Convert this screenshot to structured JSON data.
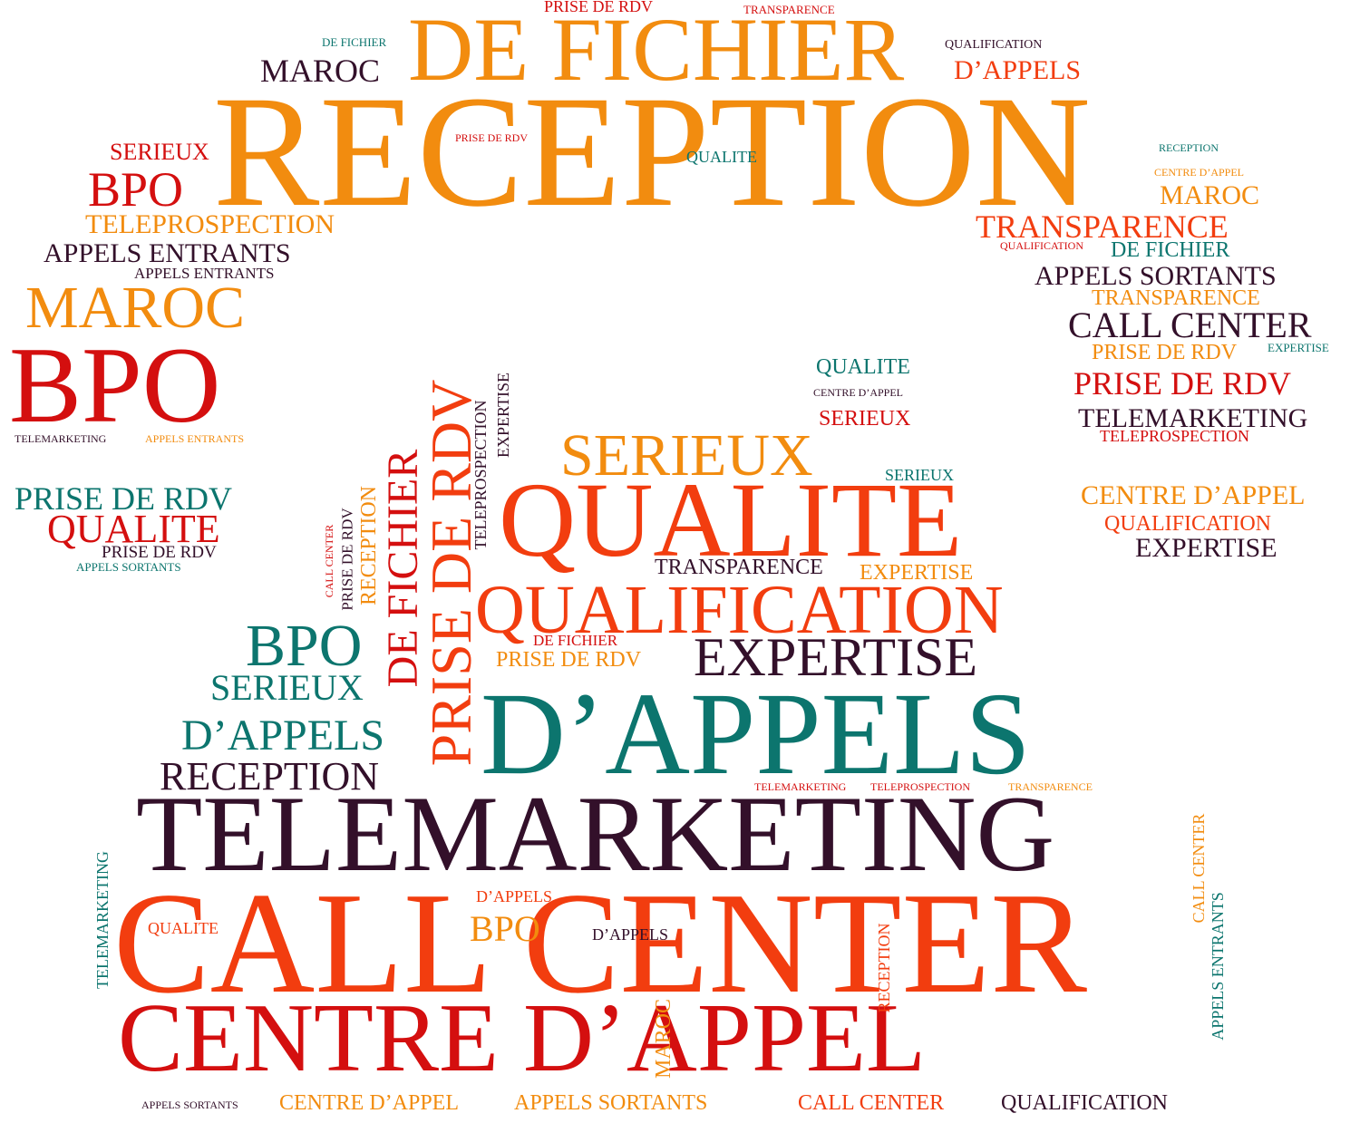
{
  "colors": {
    "orange": "#f28c0f",
    "red": "#d40f0f",
    "redorange": "#f23d0f",
    "teal": "#0c756e",
    "plum": "#33102a"
  },
  "words": [
    {
      "text": "PRISE DE RDV",
      "color": "red"
    },
    {
      "text": "TRANSPARENCE",
      "color": "red"
    },
    {
      "text": "DE FICHIER",
      "color": "teal"
    },
    {
      "text": "DE FICHIER",
      "color": "orange"
    },
    {
      "text": "QUALIFICATION",
      "color": "plum"
    },
    {
      "text": "MAROC",
      "color": "plum"
    },
    {
      "text": "D’APPELS",
      "color": "redorange"
    },
    {
      "text": "RECEPTION",
      "color": "orange"
    },
    {
      "text": "SERIEUX",
      "color": "red"
    },
    {
      "text": "PRISE DE RDV",
      "color": "red"
    },
    {
      "text": "QUALITE",
      "color": "teal"
    },
    {
      "text": "RECEPTION",
      "color": "teal"
    },
    {
      "text": "BPO",
      "color": "red"
    },
    {
      "text": "CENTRE D’APPEL",
      "color": "orange"
    },
    {
      "text": "MAROC",
      "color": "orange"
    },
    {
      "text": "TELEPROSPECTION",
      "color": "orange"
    },
    {
      "text": "TRANSPARENCE",
      "color": "redorange"
    },
    {
      "text": "APPELS ENTRANTS",
      "color": "plum"
    },
    {
      "text": "QUALIFICATION",
      "color": "red"
    },
    {
      "text": "DE FICHIER",
      "color": "teal"
    },
    {
      "text": "APPELS ENTRANTS",
      "color": "plum"
    },
    {
      "text": "APPELS SORTANTS",
      "color": "plum"
    },
    {
      "text": "MAROC",
      "color": "orange"
    },
    {
      "text": "TRANSPARENCE",
      "color": "orange"
    },
    {
      "text": "CALL CENTER",
      "color": "plum"
    },
    {
      "text": "BPO",
      "color": "red"
    },
    {
      "text": "PRISE DE RDV",
      "color": "orange"
    },
    {
      "text": "EXPERTISE",
      "color": "teal"
    },
    {
      "text": "QUALITE",
      "color": "teal"
    },
    {
      "text": "PRISE DE RDV",
      "color": "red"
    },
    {
      "text": "CENTRE D’APPEL",
      "color": "plum"
    },
    {
      "text": "SERIEUX",
      "color": "red"
    },
    {
      "text": "TELEMARKETING",
      "color": "plum"
    },
    {
      "text": "TELEMARKETING",
      "color": "plum"
    },
    {
      "text": "APPELS ENTRANTS",
      "color": "orange"
    },
    {
      "text": "TELEPROSPECTION",
      "color": "red"
    },
    {
      "text": "SERIEUX",
      "color": "orange"
    },
    {
      "text": "SERIEUX",
      "color": "teal"
    },
    {
      "text": "PRISE DE RDV",
      "color": "teal"
    },
    {
      "text": "CENTRE D’APPEL",
      "color": "orange"
    },
    {
      "text": "QUALITE",
      "color": "red"
    },
    {
      "text": "QUALIFICATION",
      "color": "redorange"
    },
    {
      "text": "PRISE DE RDV",
      "color": "plum"
    },
    {
      "text": "EXPERTISE",
      "color": "plum"
    },
    {
      "text": "APPELS SORTANTS",
      "color": "teal"
    },
    {
      "text": "QUALITE",
      "color": "redorange"
    },
    {
      "text": "TRANSPARENCE",
      "color": "plum"
    },
    {
      "text": "EXPERTISE",
      "color": "orange"
    },
    {
      "text": "QUALIFICATION",
      "color": "redorange"
    },
    {
      "text": "BPO",
      "color": "teal"
    },
    {
      "text": "DE FICHIER",
      "color": "red"
    },
    {
      "text": "PRISE DE RDV",
      "color": "orange"
    },
    {
      "text": "EXPERTISE",
      "color": "plum"
    },
    {
      "text": "SERIEUX",
      "color": "teal"
    },
    {
      "text": "D’APPELS",
      "color": "teal"
    },
    {
      "text": "D’APPELS",
      "color": "teal"
    },
    {
      "text": "RECEPTION",
      "color": "plum"
    },
    {
      "text": "TELEMARKETING",
      "color": "red"
    },
    {
      "text": "TELEPROSPECTION",
      "color": "red"
    },
    {
      "text": "TRANSPARENCE",
      "color": "orange"
    },
    {
      "text": "TELEMARKETING",
      "color": "plum"
    },
    {
      "text": "CALL CENTER",
      "color": "redorange"
    },
    {
      "text": "D’APPELS",
      "color": "redorange"
    },
    {
      "text": "QUALITE",
      "color": "redorange"
    },
    {
      "text": "BPO",
      "color": "orange"
    },
    {
      "text": "D’APPELS",
      "color": "plum"
    },
    {
      "text": "CENTRE D’APPEL",
      "color": "red"
    },
    {
      "text": "APPELS SORTANTS",
      "color": "plum"
    },
    {
      "text": "CENTRE D’APPEL",
      "color": "orange"
    },
    {
      "text": "APPELS SORTANTS",
      "color": "orange"
    },
    {
      "text": "CALL CENTER",
      "color": "redorange"
    },
    {
      "text": "QUALIFICATION",
      "color": "plum"
    },
    {
      "text": "CALL CENTER",
      "color": "red"
    },
    {
      "text": "PRISE DE RDV",
      "color": "plum"
    },
    {
      "text": "RECEPTION",
      "color": "orange"
    },
    {
      "text": "DE FICHIER",
      "color": "red"
    },
    {
      "text": "PRISE DE RDV",
      "color": "redorange"
    },
    {
      "text": "TELEPROSPECTION",
      "color": "plum"
    },
    {
      "text": "EXPERTISE",
      "color": "plum"
    },
    {
      "text": "TELEMARKETING",
      "color": "teal"
    },
    {
      "text": "MAROC",
      "color": "orange"
    },
    {
      "text": "RECEPTION",
      "color": "redorange"
    },
    {
      "text": "CALL CENTER",
      "color": "orange"
    },
    {
      "text": "APPELS ENTRANTS",
      "color": "teal"
    }
  ]
}
